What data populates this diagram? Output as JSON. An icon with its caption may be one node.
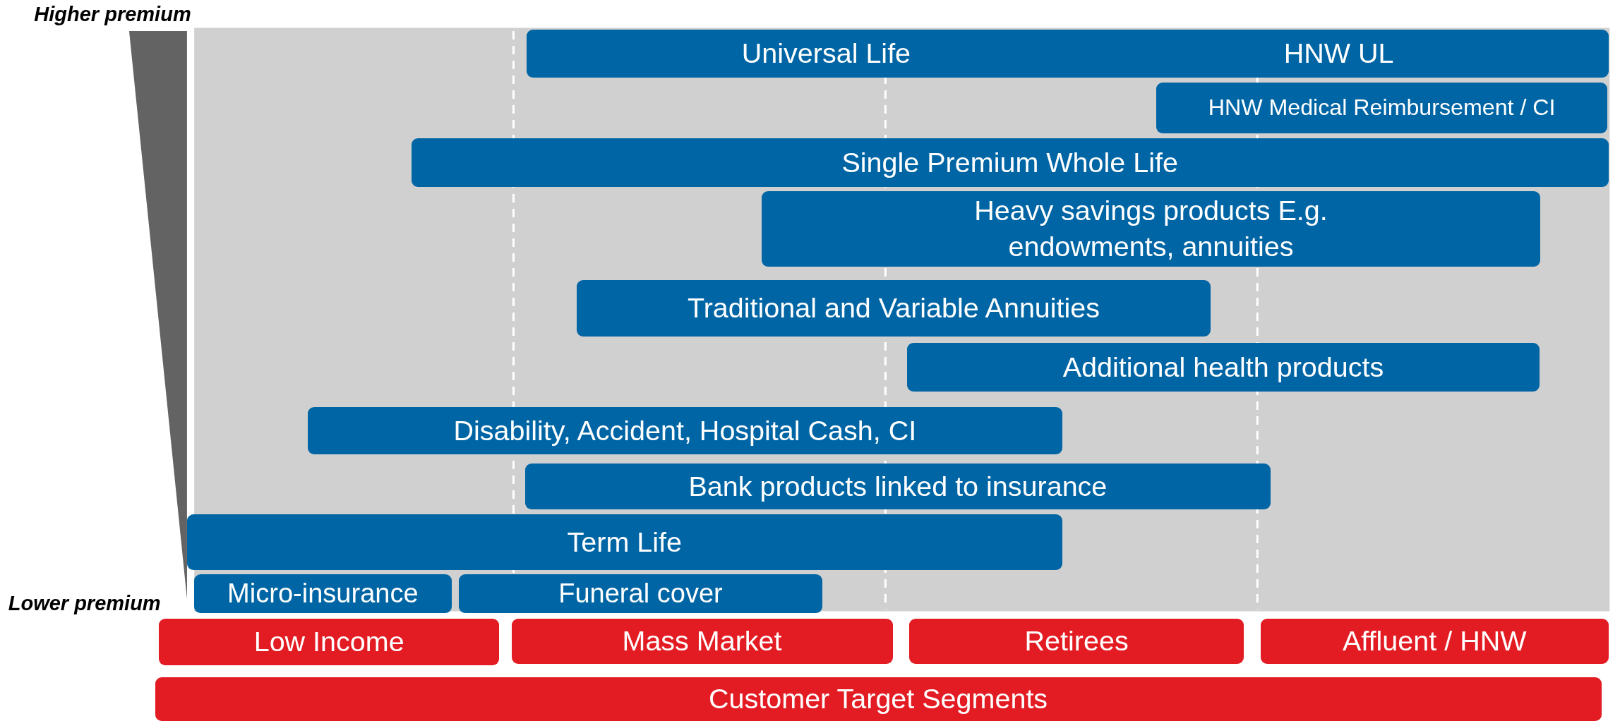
{
  "diagram": {
    "nodes": [
      {
        "text": [
          "Universal Life",
          "HNW UL"
        ]
      },
      {
        "text": [
          "HNW Medical Reimbursement / CI"
        ]
      },
      {
        "text": [
          "Single Premium Whole Life"
        ]
      },
      {
        "text": [
          "Heavy savings products E.g. endowments, annuities"
        ]
      },
      {
        "text": [
          "Traditional and Variable Annuities"
        ]
      },
      {
        "text": [
          "Additional health products"
        ]
      },
      {
        "text": [
          "Disability, Accident, Hospital Cash, CI"
        ]
      },
      {
        "text": [
          "Bank products linked to insurance"
        ]
      },
      {
        "text": [
          "Term Life"
        ]
      },
      {
        "text": [
          "Micro-insurance"
        ]
      },
      {
        "text": [
          "Funeral cover"
        ]
      },
      {
        "text": [
          "Low Income"
        ]
      },
      {
        "text": [
          "Mass Market"
        ]
      },
      {
        "text": [
          "Retirees"
        ]
      },
      {
        "text": [
          "Affluent / HNW"
        ]
      },
      {
        "text": [
          "Customer Target Segments"
        ]
      }
    ],
    "edges": [],
    "labels": [
      "Higher premium",
      "Lower premium"
    ]
  }
}
